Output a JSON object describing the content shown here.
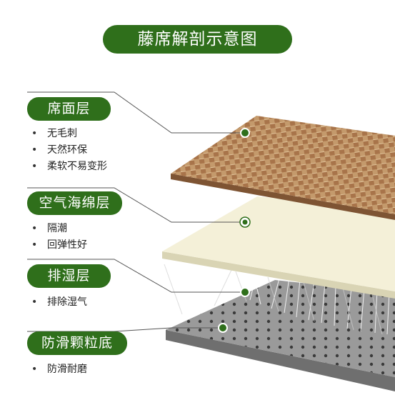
{
  "title": "藤席解剖示意图",
  "layers": [
    {
      "name": "席面层",
      "features": [
        "无毛刺",
        "天然环保",
        "柔软不易变形"
      ]
    },
    {
      "name": "空气海绵层",
      "features": [
        "隔潮",
        "回弹性好"
      ]
    },
    {
      "name": "排湿层",
      "features": [
        "排除湿气"
      ]
    },
    {
      "name": "防滑颗粒底",
      "features": [
        "防滑耐磨"
      ]
    }
  ],
  "colors": {
    "brand_green": "#2f6f1b",
    "rattan": "#b8865a",
    "sponge": "#f4f0d8",
    "grip": "#8c8c8c"
  }
}
